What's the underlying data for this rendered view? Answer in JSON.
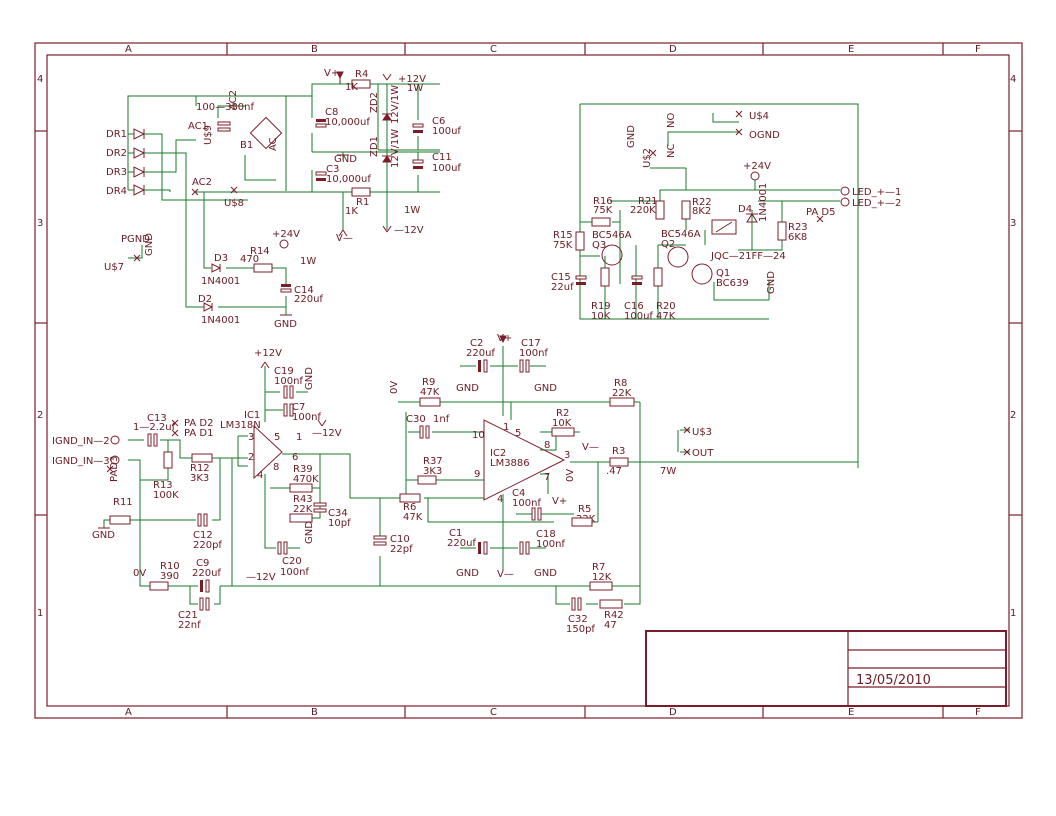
{
  "frame": {
    "columns": [
      "A",
      "B",
      "C",
      "D",
      "E",
      "F"
    ],
    "rows": [
      "4",
      "3",
      "2",
      "1"
    ]
  },
  "title_block": {
    "date": "13/05/2010"
  },
  "colors": {
    "symbol": "#7b1d28",
    "wire": "#1a7a2a",
    "background": "#ffffff"
  },
  "psu": {
    "vplus": "V+",
    "r4_name": "R4",
    "r4_val": "1K",
    "plus12": "+12V",
    "onew_a": "1W",
    "onew_b": "1W",
    "onew_c": "1W",
    "cap_100_330": "100—330nf",
    "ac2_top": "AC2",
    "ac1": "AC1",
    "u9": "U$9",
    "b1": "B1",
    "ac2_bottom": "AC2",
    "ac_right": "AC",
    "c8_name": "C8",
    "c8_val": "10,000uf",
    "zd2": "ZD2",
    "zd2_val": "12V/1W",
    "c6_name": "C6",
    "c6_val": "100uf",
    "gnd_mid": "GND",
    "zd1": "ZD1",
    "zd1_val": "12V/1W",
    "c11_name": "C11",
    "c11_val": "100uf",
    "c3_name": "C3",
    "c3_val": "10,000uf",
    "r1_name": "R1",
    "r1_val": "1K",
    "vminus": "V—",
    "minus12": "—12V",
    "dr1": "DR1",
    "dr2": "DR2",
    "dr3": "DR3",
    "dr4": "DR4",
    "ac2_mid": "AC2",
    "u8": "U$8",
    "pgnd": "PGND",
    "gnd_rot": "GND",
    "u7": "U$7",
    "plus24": "+24V",
    "d3_name": "D3",
    "d3_val": "1N4001",
    "r14_name": "R14",
    "r14_val": "470",
    "c14_name": "C14",
    "c14_val": "220uf",
    "d2_name": "D2",
    "d2_val": "1N4001",
    "gnd_bottom": "GND"
  },
  "relay": {
    "gnd_rot": "GND",
    "u2": "U$2",
    "nc": "NC",
    "no": "NO",
    "u4": "U$4",
    "ognd": "OGND",
    "plus24": "+24V",
    "led_plus_1": "LED_+—1",
    "led_plus_2": "LED_+—2",
    "r16_name": "R16",
    "r16_val": "75K",
    "r21_name": "R21",
    "r21_val": "220K",
    "r22_name": "R22",
    "r22_val": "8K2",
    "d4_name": "D4",
    "d4_val": "1N4001",
    "r23_name": "R23",
    "r23_val": "6K8",
    "pad5": "PA D5",
    "r15_name": "R15",
    "r15_val": "75K",
    "bc546_a": "BC546A",
    "q3": "Q3",
    "bc546_b": "BC546A",
    "q2": "Q2",
    "relay_name": "JQC—21FF—24",
    "q1": "Q1",
    "bc639": "BC639",
    "gnd_right": "GND",
    "c15_name": "C15",
    "c15_val": "22uf",
    "r19_name": "R19",
    "r19_val": "10K",
    "c16_name": "C16",
    "c16_val": "100uf",
    "r20_name": "R20",
    "r20_val": "47K"
  },
  "amp": {
    "plus12": "+12V",
    "c19_name": "C19",
    "c19_val": "100nf",
    "gnd_c19": "GND",
    "c7_name": "C7",
    "c7_val": "100nf",
    "minus12": "—12V",
    "ic1_name": "IC1",
    "ic1_val": "LM318N",
    "c13_name": "C13",
    "c13_val": "1—2.2uf",
    "pad2": "PA D2",
    "pad1": "PA D1",
    "ignd_in_1": "IGND_IN—2",
    "ignd_in_2": "IGND_IN—3",
    "pad3": "PAD3",
    "pin3": "3",
    "pin2": "2",
    "pin5": "5",
    "pin1": "1",
    "pin6": "6",
    "pin8": "8",
    "pin4": "4",
    "r12_name": "R12",
    "r12_val": "3K3",
    "r13_name": "R13",
    "r13_val": "100K",
    "r39_name": "R39",
    "r39_val": "470K",
    "r43_name": "R43",
    "r43_val": "22K",
    "c34_name": "C34",
    "c34_val": "10pf",
    "gnd_r43": "GND",
    "r11_name": "R11",
    "gnd_r11": "GND",
    "c12_name": "C12",
    "c12_val": "220pf",
    "c20_name": "C20",
    "c20_val": "100nf",
    "zero_v_a": "0V",
    "r10_name": "R10",
    "r10_val": "390",
    "c9_name": "C9",
    "c9_val": "220uf",
    "minus12_b": "—12V",
    "c21_name": "C21",
    "c21_val": "22nf",
    "c10_name": "C10",
    "c10_val": "22pf",
    "zero_v_b": "0V",
    "r9_name": "R9",
    "r9_val": "47K",
    "c2_name": "C2",
    "c2_val": "220uf",
    "vplus_top": "V+",
    "c17_name": "C17",
    "c17_val": "100nf",
    "gnd_c2": "GND",
    "gnd_c17": "GND",
    "c30_name": "C30",
    "c30_val": "1nf",
    "ic2_pin10": "10",
    "ic2_pin1": "1",
    "ic2_pin5": "5",
    "ic2_pin8": "8",
    "ic2_pin9": "9",
    "ic2_pin3": "3",
    "ic2_pin7": "7",
    "ic2_pin4": "4",
    "r2_name": "R2",
    "r2_val": "10K",
    "vminus_r2": "V—",
    "ic2_name": "IC2",
    "ic2_val": "LM3886",
    "r37_name": "R37",
    "r37_val": "3K3",
    "zero_v_c": "0V",
    "r8_name": "R8",
    "r8_val": "22K",
    "r3_name": "R3",
    "r3_val": ".47",
    "r3_watt": "7W",
    "u3": "U$3",
    "out": "OUT",
    "r6_name": "R6",
    "r6_val": "47K",
    "c4_name": "C4",
    "c4_val": "100nf",
    "vplus_c4": "V+",
    "r5_name": "R5",
    "r5_val": "22K",
    "c1_name": "C1",
    "c1_val": "220uf",
    "c18_name": "C18",
    "c18_val": "100nf",
    "gnd_c1": "GND",
    "vminus_bot": "V—",
    "gnd_c18": "GND",
    "r7_name": "R7",
    "r7_val": "12K",
    "c32_name": "C32",
    "c32_val": "150pf",
    "r42_name": "R42",
    "r42_val": "47"
  }
}
